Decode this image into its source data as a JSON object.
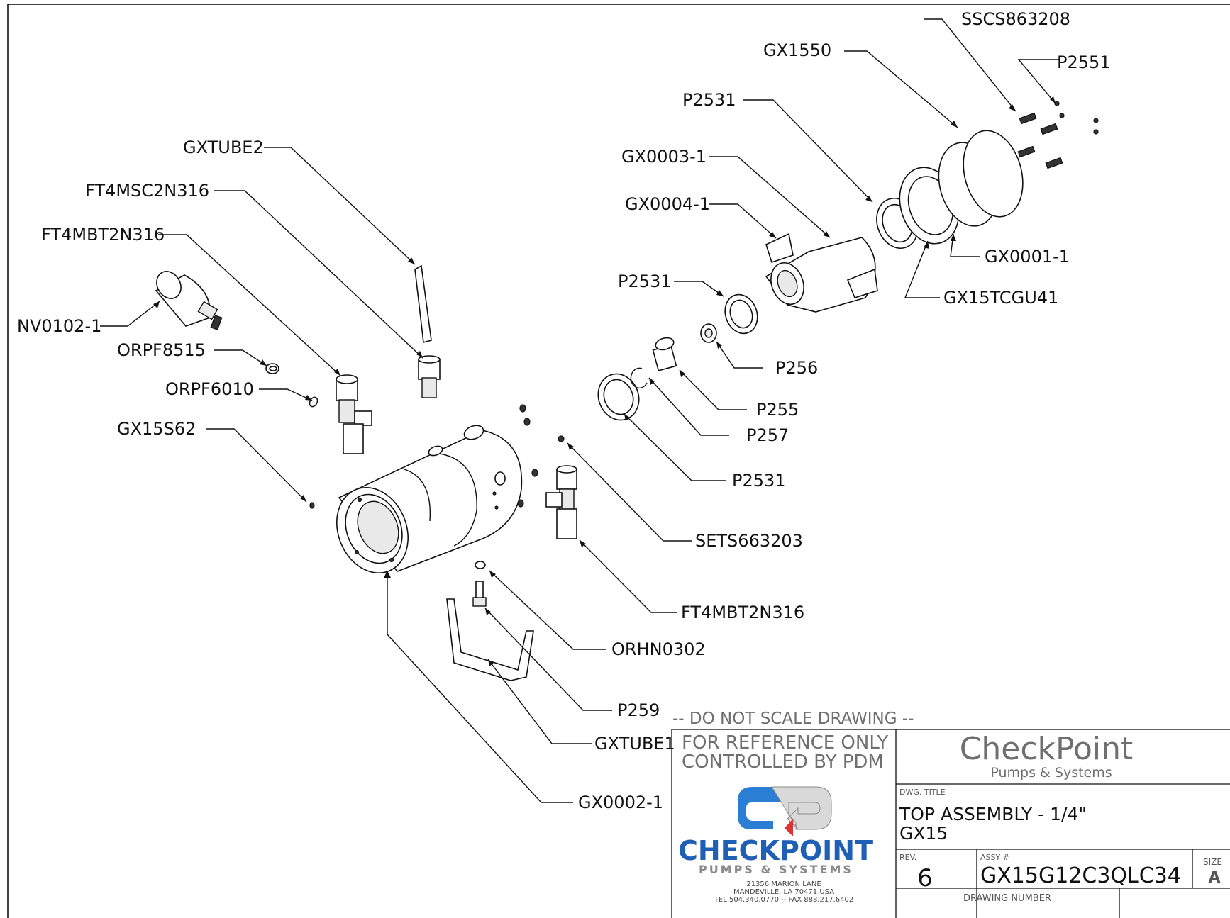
{
  "callouts": [
    "SSCS863208",
    "P2551",
    "GX1550",
    "P2531",
    "GX0003-1",
    "GXTUBE2",
    "FT4MSC2N316",
    "GX0004-1",
    "FT4MBT2N316",
    "GX0001-1",
    "GX15TCGU41",
    "P2531",
    "NV0102-1",
    "ORPF8515",
    "P256",
    "ORPF6010",
    "P255",
    "P257",
    "GX15S62",
    "P2531",
    "SETS663203",
    "FT4MBT2N316",
    "ORHN0302",
    "P259",
    "GXTUBE1",
    "GX0002-1"
  ],
  "title_block": {
    "scale_note": "-- DO  NOT  SCALE  DRAWING --",
    "reference_line1": "FOR REFERENCE ONLY",
    "reference_line2": "CONTROLLED BY PDM",
    "company_name": "CheckPoint",
    "company_sub": "Pumps & Systems",
    "logo_text": "CHECKPOINT",
    "logo_sub": "PUMPS & SYSTEMS",
    "address1": "21356 MARION LANE",
    "address2": "MANDEVILLE,  LA   70471   USA",
    "address3": "TEL 504.340.0770 -- FAX 888.217.6402",
    "dwg_title_label": "DWG. TITLE",
    "dwg_title_line1": "TOP ASSEMBLY - 1/4\"",
    "dwg_title_line2": "GX15",
    "rev_label": "REV.",
    "rev_value": "6",
    "assy_label": "ASSY #",
    "assy_value": "GX15G12C3QLC34",
    "size_label": "SIZE",
    "size_value": "A",
    "drawing_number_label": "DRAWING  NUMBER"
  }
}
